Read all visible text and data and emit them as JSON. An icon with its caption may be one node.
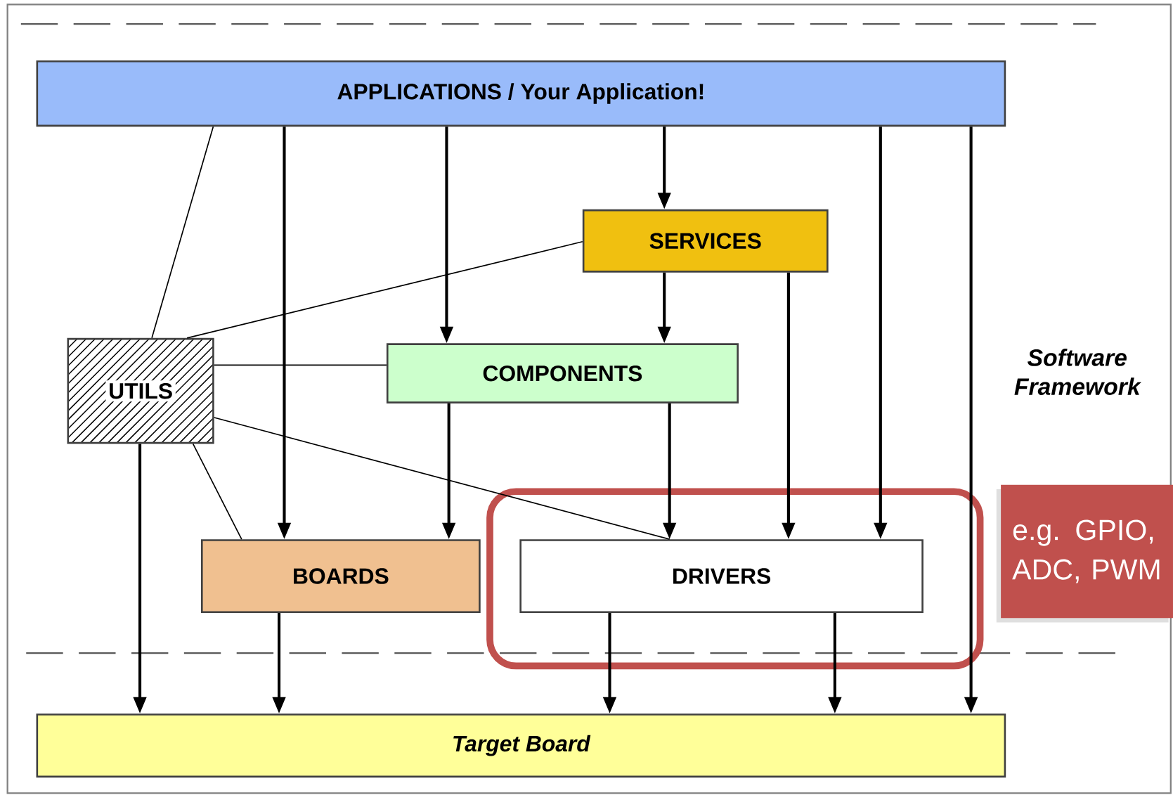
{
  "diagram": {
    "nodes": [
      {
        "text": [
          "APPLICATIONS / Your Application!"
        ]
      },
      {
        "text": [
          "SERVICES"
        ]
      },
      {
        "text": [
          "UTILS"
        ]
      },
      {
        "text": [
          "COMPONENTS"
        ]
      },
      {
        "text": [
          "BOARDS"
        ]
      },
      {
        "text": [],
        "shape": "box"
      },
      {
        "text": [
          "DRIVERS"
        ],
        "in": 5
      },
      {
        "text": [
          "e.g. GPIO, ADC, PWM"
        ]
      },
      {
        "text": [
          "Target Board"
        ]
      }
    ],
    "edges": [
      {
        "from": 0,
        "to": 4,
        "arrow": "to"
      },
      {
        "from": 0,
        "to": 3,
        "arrow": "to"
      },
      {
        "from": 0,
        "to": 1,
        "arrow": "to"
      },
      {
        "from": 0,
        "to": 6,
        "arrow": "to"
      },
      {
        "from": 0,
        "to": 8,
        "arrow": "to"
      },
      {
        "from": 1,
        "to": 3,
        "arrow": "to"
      },
      {
        "from": 1,
        "to": 6,
        "arrow": "to"
      },
      {
        "from": 3,
        "to": 4,
        "arrow": "to"
      },
      {
        "from": 3,
        "to": 6,
        "arrow": "to"
      },
      {
        "from": 2,
        "to": 8,
        "arrow": "to"
      },
      {
        "from": 4,
        "to": 8,
        "arrow": "to"
      },
      {
        "from": 6,
        "to": 8,
        "arrow": "to"
      },
      {
        "from": 6,
        "to": 8,
        "arrow": "to"
      },
      {
        "from": 2,
        "to": 0,
        "arrow": "none"
      },
      {
        "from": 2,
        "to": 1,
        "arrow": "none"
      },
      {
        "from": 2,
        "to": 3,
        "arrow": "none"
      },
      {
        "from": 2,
        "to": 6,
        "arrow": "none"
      },
      {
        "from": 2,
        "to": 4,
        "arrow": "none"
      }
    ],
    "labels": [
      "Software Framework"
    ]
  }
}
